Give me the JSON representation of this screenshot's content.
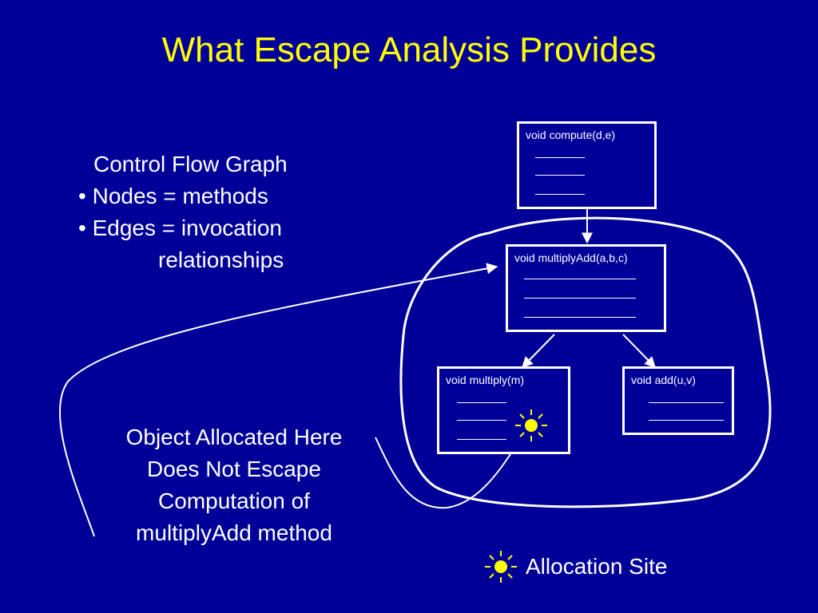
{
  "title": "What Escape Analysis Provides",
  "cfg": {
    "heading": "Control Flow Graph",
    "nodes": "Nodes = methods",
    "edges": "Edges = invocation",
    "edges_cont": "relationships"
  },
  "annotation": {
    "line1": "Object Allocated Here",
    "line2": "Does Not Escape",
    "line3": "Computation of",
    "line4": "multiplyAdd method"
  },
  "nodes": {
    "compute": "void compute(d,e)",
    "multiplyAdd": "void multiplyAdd(a,b,c)",
    "multiply": "void multiply(m)",
    "add": "void add(u,v)"
  },
  "edges": [
    {
      "from": "compute",
      "to": "multiplyAdd"
    },
    {
      "from": "multiplyAdd",
      "to": "multiply"
    },
    {
      "from": "multiplyAdd",
      "to": "add"
    }
  ],
  "legend": {
    "label": "Allocation Site",
    "icon": "sun-icon"
  },
  "colors": {
    "background": "#000099",
    "title": "#FFFF00",
    "text": "#FFFFFF",
    "allocation_site": "#FFFF00"
  }
}
